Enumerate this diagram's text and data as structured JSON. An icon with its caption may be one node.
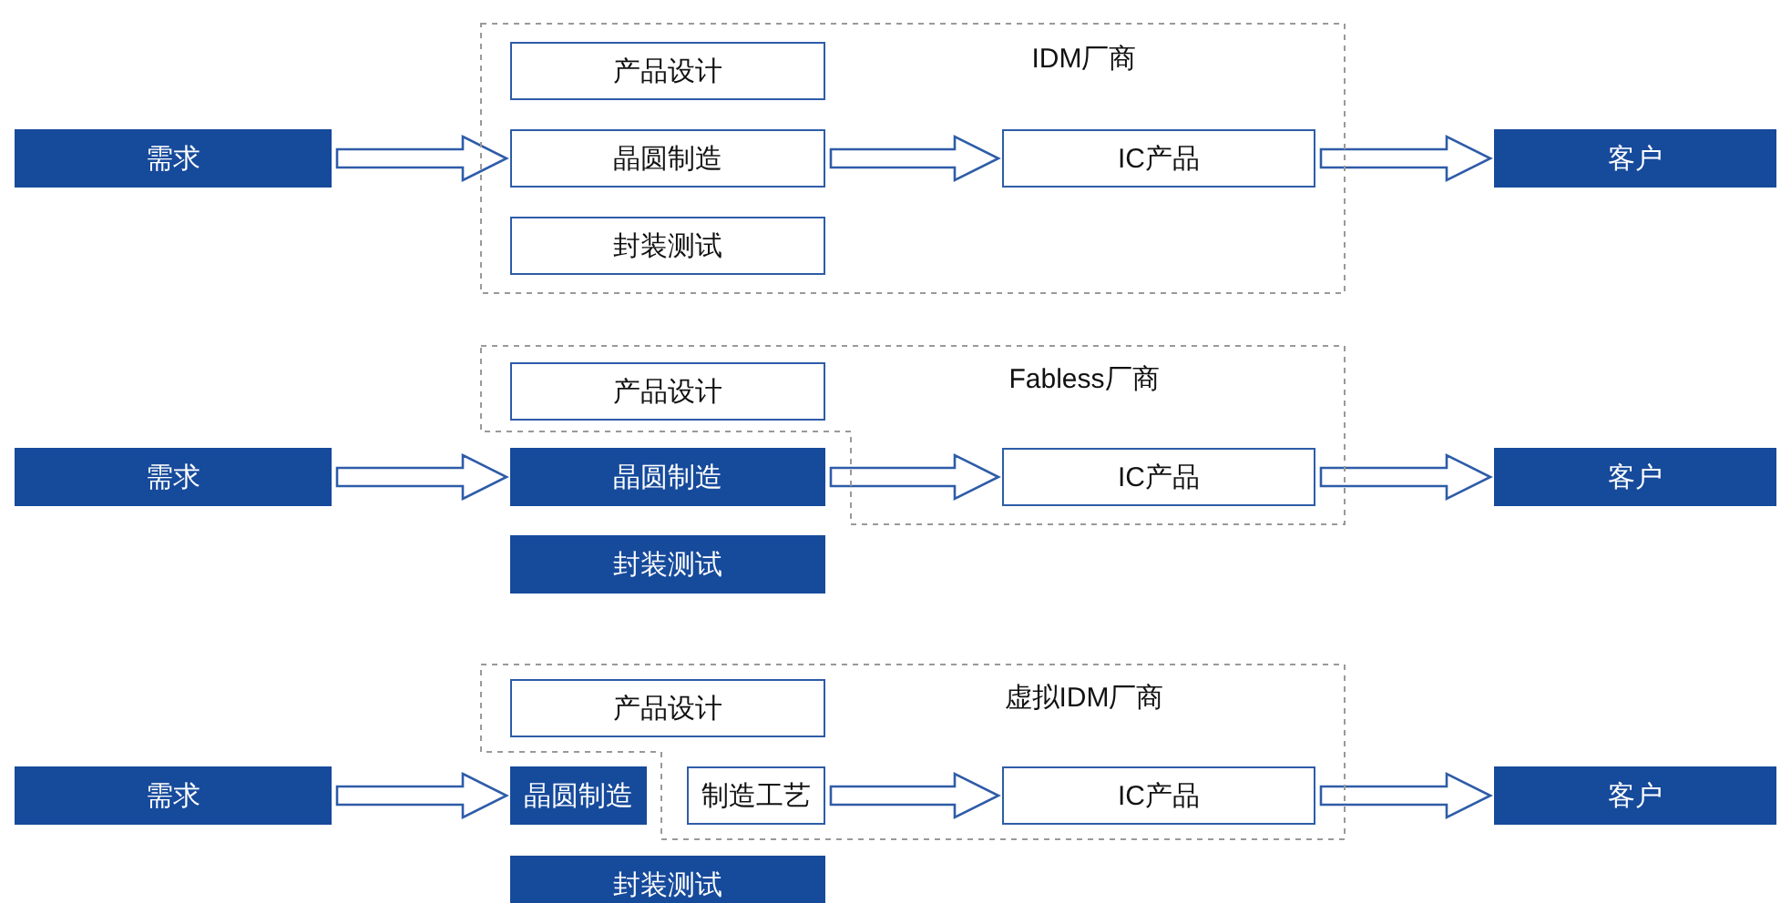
{
  "diagram": {
    "nodes": [
      {
        "text": [
          "需求"
        ]
      },
      {
        "text": [
          "IDM厂商"
        ]
      },
      {
        "text": [
          "产品设计"
        ],
        "in": 1
      },
      {
        "text": [
          "晶圆制造"
        ],
        "in": 1
      },
      {
        "text": [
          "封装测试"
        ],
        "in": 1
      },
      {
        "text": [
          "IC产品"
        ],
        "in": 1
      },
      {
        "text": [
          "客户"
        ]
      },
      {
        "text": [
          "需求"
        ]
      },
      {
        "text": [
          "Fabless厂商"
        ]
      },
      {
        "text": [
          "产品设计"
        ],
        "in": 8
      },
      {
        "text": [
          "晶圆制造"
        ]
      },
      {
        "text": [
          "封装测试"
        ]
      },
      {
        "text": [
          "IC产品"
        ],
        "in": 8
      },
      {
        "text": [
          "客户"
        ]
      },
      {
        "text": [
          "需求"
        ]
      },
      {
        "text": [
          "虚拟IDM厂商"
        ]
      },
      {
        "text": [
          "产品设计"
        ],
        "in": 15
      },
      {
        "text": [
          "晶圆制造"
        ]
      },
      {
        "text": [
          "制造工艺"
        ],
        "in": 15
      },
      {
        "text": [
          "封装测试"
        ]
      },
      {
        "text": [
          "IC产品"
        ],
        "in": 15
      },
      {
        "text": [
          "客户"
        ]
      }
    ],
    "edges": [
      {
        "from": 0,
        "to": 3,
        "arrow": "to"
      },
      {
        "from": 3,
        "to": 5,
        "arrow": "to"
      },
      {
        "from": 5,
        "to": 6,
        "arrow": "to"
      },
      {
        "from": 7,
        "to": 10,
        "arrow": "to"
      },
      {
        "from": 10,
        "to": 12,
        "arrow": "to"
      },
      {
        "from": 12,
        "to": 13,
        "arrow": "to"
      },
      {
        "from": 14,
        "to": 17,
        "arrow": "to"
      },
      {
        "from": 18,
        "to": 20,
        "arrow": "to"
      },
      {
        "from": 20,
        "to": 21,
        "arrow": "to"
      }
    ]
  }
}
